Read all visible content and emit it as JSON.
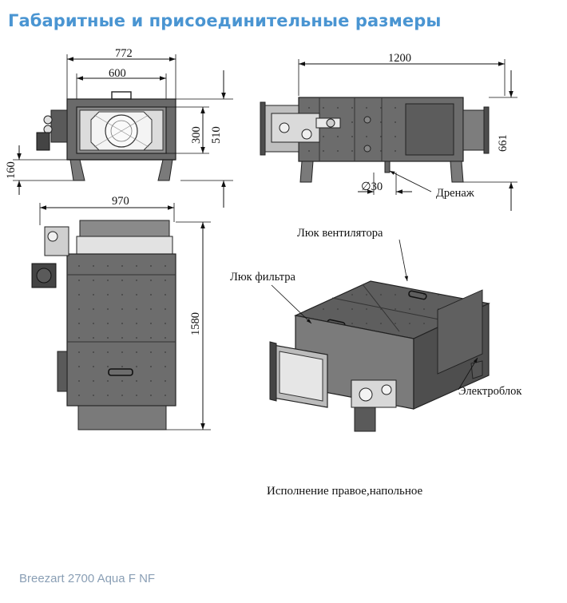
{
  "title": "Габаритные и присоединительные размеры",
  "dimensions": {
    "front_width_overall": "772",
    "front_width_flange": "600",
    "front_height_flange": "300",
    "front_height_overall": "510",
    "front_leg_height": "160",
    "side_length": "1200",
    "side_height": "661",
    "drain_diameter": "∅30",
    "top_width": "970",
    "top_length": "1580"
  },
  "labels": {
    "drain": "Дренаж",
    "fan_hatch": "Люк вентилятора",
    "filter_hatch": "Люк фильтра",
    "electrical_block": "Электроблок"
  },
  "caption": "Исполнение правое,напольное",
  "footer": "Breezart 2700 Aqua F NF",
  "colors": {
    "title": "#4a95d2",
    "footer": "#8a9fb5",
    "body_dark": "#5a5a5a",
    "body_mid": "#6e6e6e",
    "body_light": "#9a9a9a"
  }
}
